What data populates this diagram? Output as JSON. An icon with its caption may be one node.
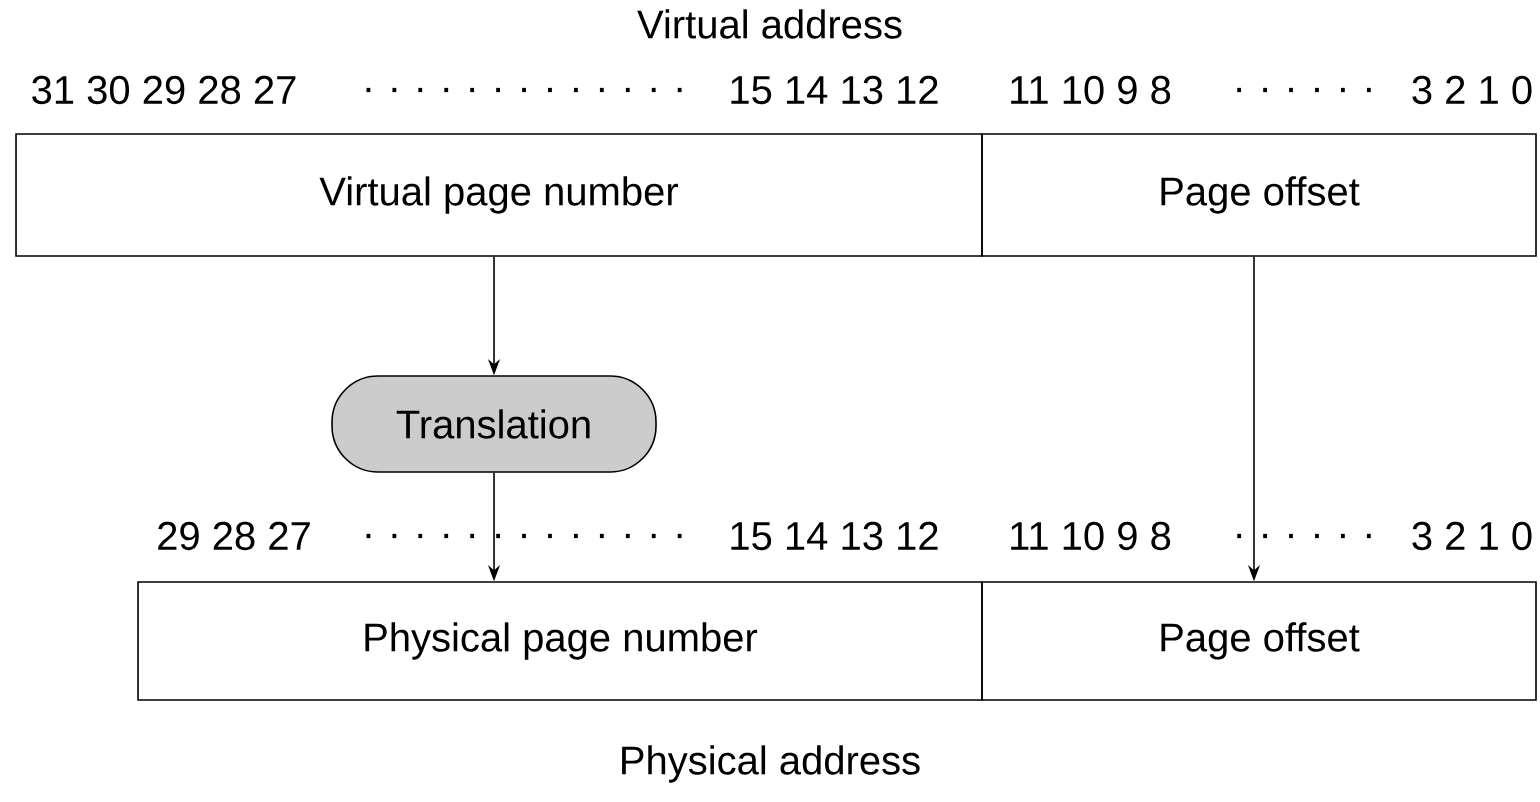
{
  "diagram": {
    "title": "Virtual address",
    "caption": "Physical address",
    "nodes": [
      {
        "text": [
          "Virtual page number"
        ]
      },
      {
        "text": [
          "Page offset"
        ]
      },
      {
        "text": [
          "Translation"
        ]
      },
      {
        "text": [
          "Physical page number"
        ]
      },
      {
        "text": [
          "Page offset"
        ]
      }
    ],
    "edges": [
      {
        "from": 0,
        "to": 2,
        "arrow": "to"
      },
      {
        "from": 2,
        "to": 3,
        "arrow": "to"
      },
      {
        "from": 1,
        "to": 4,
        "arrow": "to"
      }
    ],
    "labels": [
      "31 30 29 28 27",
      ". . . . . . . . . . . . .",
      "15 14 13 12",
      "11 10 9 8",
      ". . . . . .",
      "3 2 1 0",
      "29 28 27",
      ". . . . . . . . . . . . .",
      "15 14 13 12",
      "11 10 9 8",
      ". . . . . .",
      "3 2 1 0"
    ]
  }
}
